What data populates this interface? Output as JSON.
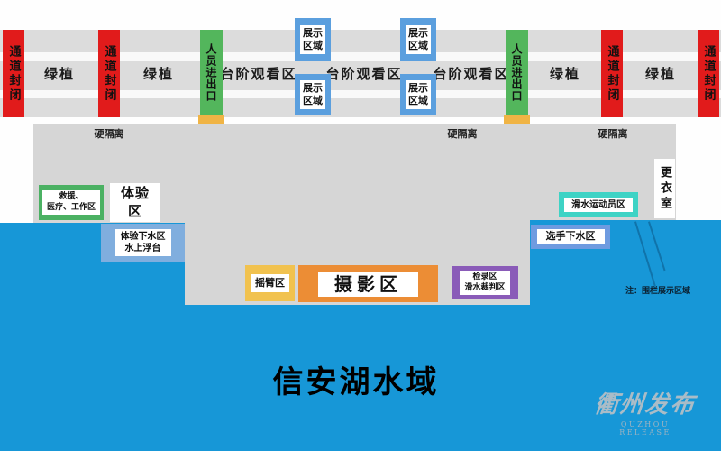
{
  "colors": {
    "water": "#1797d7",
    "road_gray": "#dcdcdc",
    "platform_gray": "#d6d6d6",
    "closed_red": "#e11b1b",
    "entry_green": "#53b65c",
    "entry_yellow": "#f0b445",
    "display_blue": "#5b9fde",
    "rescue_green": "#4bb163",
    "experience_blue": "#79aede",
    "floating_blue": "#80aede",
    "crane_yellow": "#f1c24f",
    "photo_orange": "#ec8d35",
    "checkin_purple": "#8a5bb8",
    "athlete_teal": "#3ed3c5",
    "entry_water_blue": "#6f9be0"
  },
  "road": {
    "closed_label": "通道封闭",
    "entry_label": "人员进出口",
    "green_label": "绿植",
    "stair_label": "台阶观看区",
    "display_line1": "展示",
    "display_line2": "区域"
  },
  "platform": {
    "barrier_label": "硬隔离",
    "rescue_line1": "救援、",
    "rescue_line2": "医疗、工作区",
    "experience": "体验区",
    "floating_line1": "体验下水区",
    "floating_line2": "水上浮台",
    "crane": "摇臂区",
    "photo": "摄影区",
    "checkin_line1": "检录区",
    "checkin_line2": "滑水裁判区",
    "athlete": "滑水运动员区",
    "water_entry": "选手下水区",
    "changing": "更衣室"
  },
  "water": {
    "title": "信安湖水域",
    "note": "注：围栏展示区域"
  },
  "logo": {
    "name": "衢州发布",
    "subtitle": "QUZHOU RELEASE"
  }
}
